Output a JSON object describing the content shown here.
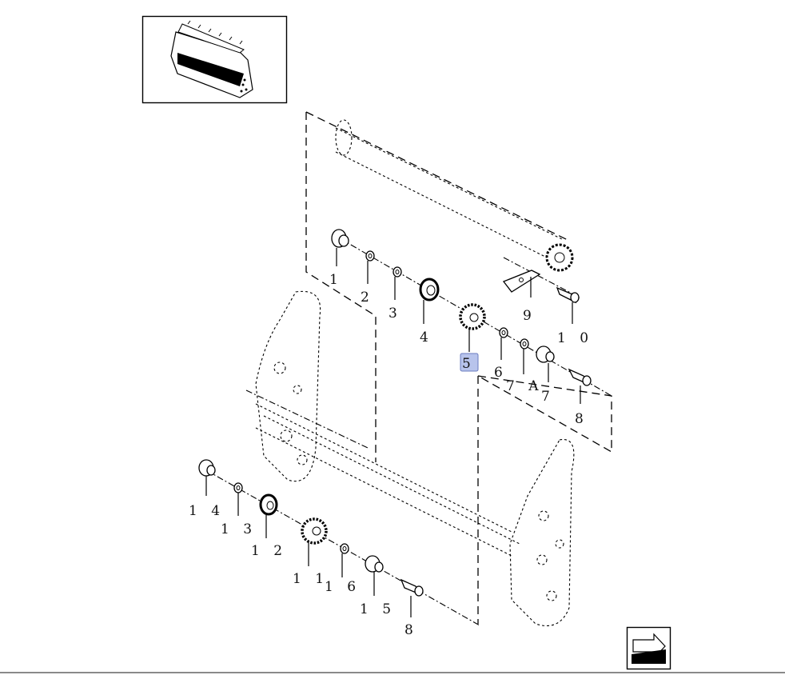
{
  "diagram": {
    "callouts": {
      "c1": "1",
      "c2": "2",
      "c3": "3",
      "c4": "4",
      "c5": "5",
      "c6": "6",
      "c7a": "7 A",
      "c7": "7",
      "c8": "8",
      "c9": "9",
      "c10": "1 0",
      "c11": "1 1",
      "c12": "1 2",
      "c13": "1 3",
      "c14": "1 4",
      "c15": "1 5",
      "c16": "1 6",
      "c8b": "8"
    },
    "highlight_color": "#b8c4ec",
    "icons": {
      "thumbnail": "baler-header-thumbnail",
      "navigation": "previous-page-arrow-icon"
    }
  }
}
